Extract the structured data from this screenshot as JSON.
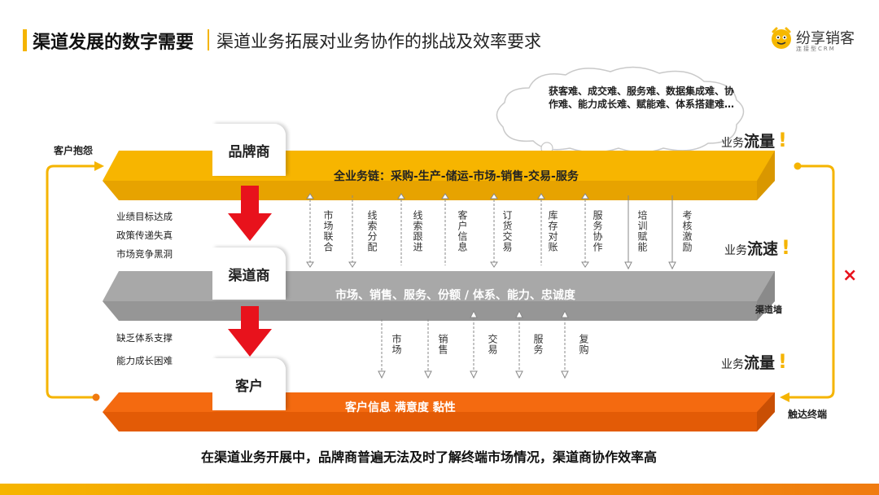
{
  "header": {
    "title": "渠道发展的数字需要",
    "subtitle": "渠道业务拓展对业务协作的挑战及效率要求",
    "brand_name": "纷享销客",
    "brand_tagline": "连接型CRM"
  },
  "cloud_text": "获客难、成交难、服务难、数据集成难、协作难、能力成长难、赋能难、体系搭建难…",
  "tiers": {
    "brand": {
      "label": "品牌商",
      "band_text": "全业务链：采购-生产-储运-市场-销售-交易-服务",
      "metric_prefix": "业务",
      "metric_main": "流量",
      "color": "#f7b500"
    },
    "channel": {
      "label": "渠道商",
      "band_text": "市场、销售、服务、份额 / 体系、能力、忠诚度",
      "metric_prefix": "业务",
      "metric_main": "流速",
      "color": "#a8a8a8"
    },
    "customer": {
      "label": "客户",
      "band_text": "客户信息 满意度 黏性",
      "metric_prefix": "业务",
      "metric_main": "流量",
      "color": "#f46a10"
    }
  },
  "left_issues_top": [
    "业绩目标达成",
    "政策传递失真",
    "市场竞争黑洞"
  ],
  "left_issues_mid": [
    "缺乏体系支撑",
    "能力成长困难"
  ],
  "upper_columns": [
    "市场联合",
    "线索分配",
    "线索跟进",
    "客户信息",
    "订货交易",
    "库存对账",
    "服务协作",
    "培训赋能",
    "考核激励"
  ],
  "lower_columns": [
    "市场",
    "销售",
    "交易",
    "服务",
    "复购"
  ],
  "side_labels": {
    "complaint": "客户抱怨",
    "channel_wall": "渠道墙",
    "reach_terminal": "触达终端",
    "blocked": "×"
  },
  "conclusion": "在渠道业务开展中，品牌商普遍无法及时了解终端市场情况，渠道商协作效率高",
  "colors": {
    "accent": "#f5b400",
    "brand_band": "#f7b500",
    "channel_band": "#a8a8a8",
    "customer_band": "#f46a10",
    "down_arrow": "#e8121c",
    "blocked": "#e8121c"
  }
}
